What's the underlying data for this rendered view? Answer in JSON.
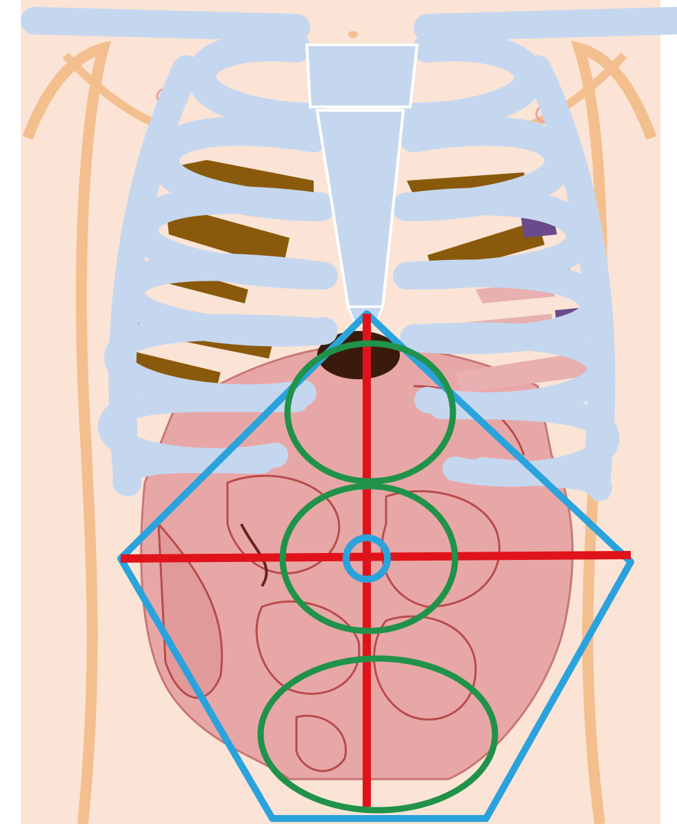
{
  "diagram": {
    "subject": "torso-anatomy",
    "colors": {
      "skin": "#fbe4d6",
      "skin_outline": "#f4bf8e",
      "bone": "#c5d7ef",
      "bone_outline": "#ffffff",
      "lung": "#8a5a0c",
      "heart_purple": "#6b4a8c",
      "organ_pink": "#e8a7a7",
      "organ_outline": "#b84b4b",
      "overlay_blue": "#2aa3dc",
      "overlay_red": "#e0131a",
      "overlay_green": "#20924a"
    },
    "overlay_shapes": [
      "pentagon-outline",
      "midline-cross",
      "umbilicus-circle",
      "upper-region-ellipse",
      "middle-region-ellipse",
      "lower-region-ellipse"
    ]
  }
}
